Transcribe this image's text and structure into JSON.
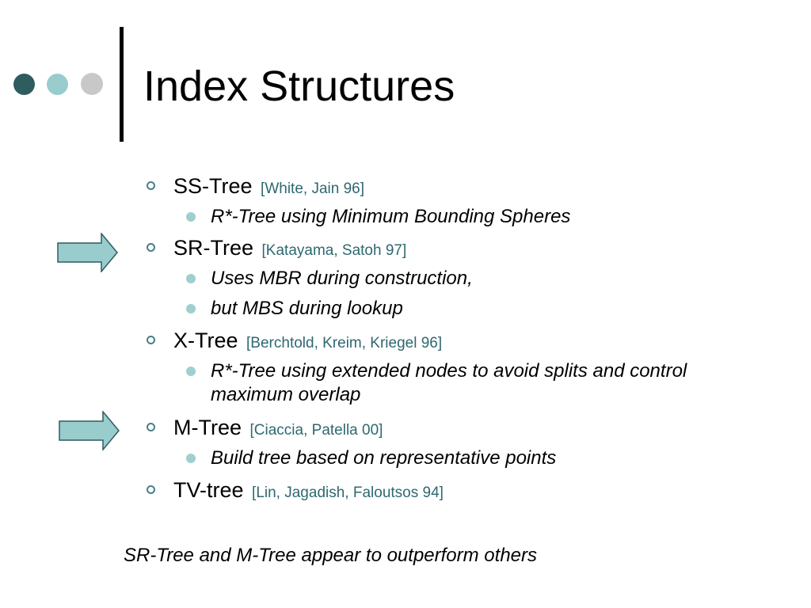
{
  "slide": {
    "title": "Index Structures",
    "colors": {
      "dot_dark": "#2e5c5f",
      "dot_mid": "#99cccc",
      "dot_light": "#c8c8c8",
      "citation": "#2e6870",
      "arrow_fill": "#99cccc",
      "arrow_stroke": "#2e5c5f"
    }
  },
  "bullets": [
    {
      "label": "SS-Tree",
      "citation": "[White, Jain 96]",
      "subs": [
        "R*-Tree using Minimum Bounding Spheres"
      ]
    },
    {
      "label": "SR-Tree",
      "citation": "[Katayama, Satoh 97]",
      "subs": [
        "Uses MBR during construction,",
        "but MBS during lookup"
      ]
    },
    {
      "label": "X-Tree",
      "citation": "[Berchtold, Kreim, Kriegel 96]",
      "subs": [
        "R*-Tree using extended nodes to avoid splits and control maximum overlap"
      ]
    },
    {
      "label": "M-Tree",
      "citation": "[Ciaccia, Patella 00]",
      "subs": [
        "Build tree based on representative points"
      ]
    },
    {
      "label": "TV-tree",
      "citation": "[Lin, Jagadish, Faloutsos 94]",
      "subs": []
    }
  ],
  "conclusion": "SR-Tree and M-Tree appear to outperform others",
  "icons": {
    "decoration": "dot-icon",
    "bullet_level1": "ring-bullet-icon",
    "bullet_level2": "disc-bullet-icon",
    "highlight": "right-arrow-icon"
  }
}
